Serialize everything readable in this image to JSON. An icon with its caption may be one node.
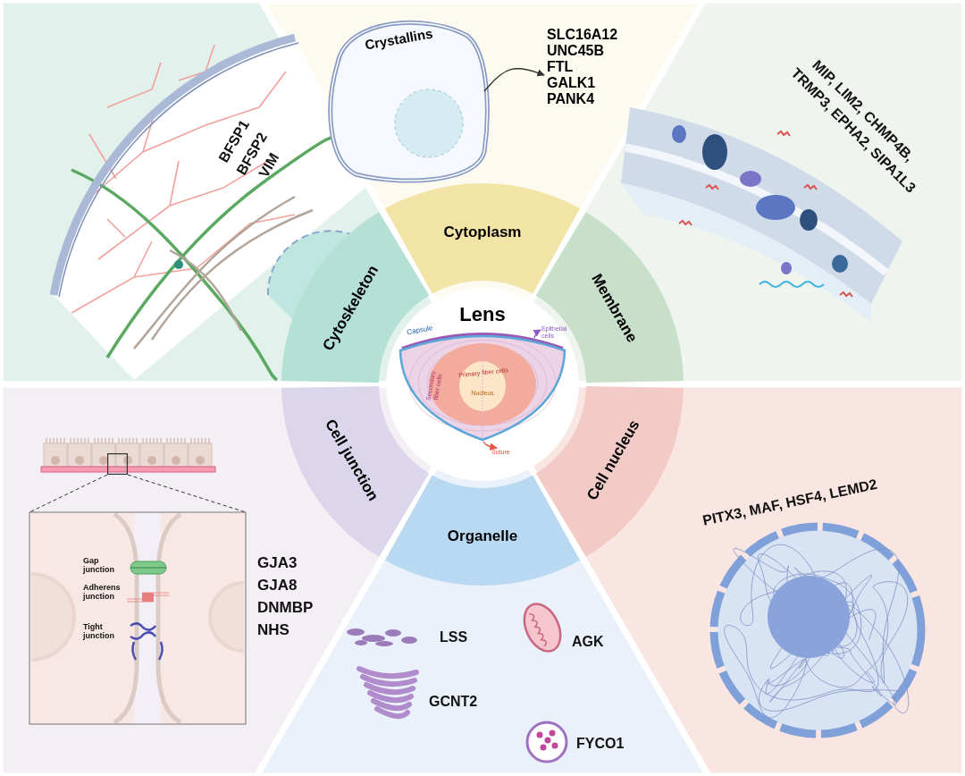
{
  "diagram": {
    "nodes": [
      {
        "text": [
          "Lens"
        ]
      },
      {
        "text": [
          "Cytoplasm"
        ]
      },
      {
        "text": [
          "Membrane"
        ]
      },
      {
        "text": [
          "Cell nucleus"
        ]
      },
      {
        "text": [
          "Organelle"
        ]
      },
      {
        "text": [
          "Cell junction"
        ]
      },
      {
        "text": [
          "Cytoskeleton"
        ]
      },
      {
        "text": [
          "Crystallins"
        ]
      },
      {
        "text": [
          "SLC16A12",
          "UNC45B",
          "FTL",
          "GALK1",
          "PANK4"
        ]
      },
      {
        "text": [
          "Epithelial cells"
        ],
        "in": 0
      },
      {
        "text": [
          "Suture"
        ],
        "in": 0
      },
      {
        "text": [],
        "shape": "picture",
        "in": 0
      },
      {
        "text": [],
        "shape": "box"
      },
      {
        "text": [],
        "shape": "box"
      }
    ],
    "edges": [
      {
        "from": 7,
        "to": 8,
        "arrow": "to"
      },
      {
        "from": 11,
        "to": 9,
        "arrow": "to",
        "color": "#8e5cc4"
      },
      {
        "from": 11,
        "to": 10,
        "arrow": "to",
        "color": "#e0563f"
      },
      {
        "from": 12,
        "to": 13,
        "arrow": "none",
        "style": "dashed"
      },
      {
        "from": 12,
        "to": 13,
        "arrow": "none",
        "style": "dashed"
      }
    ],
    "labels": [
      "BFSP1",
      "BFSP2",
      "VIM",
      "MIP, LIM2, CHMP4B,",
      "TRMP3, EPHA2, SIPA1L3",
      "Capsule",
      "Secondary fiber cells",
      "Primary fiber cells",
      "Nucleus",
      "Gap junction",
      "Adherens junction",
      "Tight junction",
      "GJA3",
      "GJA8",
      "DNMBP",
      "NHS",
      "PITX3, MAF, HSF4, LEMD2",
      "LSS",
      "AGK",
      "GCNT2",
      "FYCO1"
    ]
  }
}
